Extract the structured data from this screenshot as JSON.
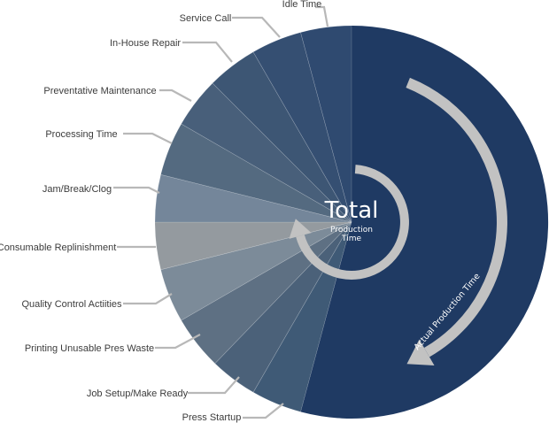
{
  "center": {
    "title": "Total",
    "subtitle_line1": "Production",
    "subtitle_line2": "Time"
  },
  "main_segment": {
    "label": "Actual Production Time",
    "color": "#1f3a63"
  },
  "arrow_color": "#c2c2c2",
  "leader_color": "#b8b8b8",
  "segments": [
    {
      "label": "Idle Time",
      "color": "#2f4a70"
    },
    {
      "label": "Service Call",
      "color": "#354f72"
    },
    {
      "label": "In-House Repair",
      "color": "#3d5674"
    },
    {
      "label": "Preventative Maintenance",
      "color": "#485f7a"
    },
    {
      "label": "Processing Time",
      "color": "#546a80"
    },
    {
      "label": "Jam/Break/Clog",
      "color": "#74869a"
    },
    {
      "label": "Consumable Replinishment",
      "color": "#949a9f"
    },
    {
      "label": "Quality Control Actiities",
      "color": "#7c8b99"
    },
    {
      "label": "Printing Unusable Pres Waste",
      "color": "#5e7083"
    },
    {
      "label": "Job Setup/Make Ready",
      "color": "#4b6179"
    },
    {
      "label": "Press Startup",
      "color": "#3f5a76"
    }
  ]
}
